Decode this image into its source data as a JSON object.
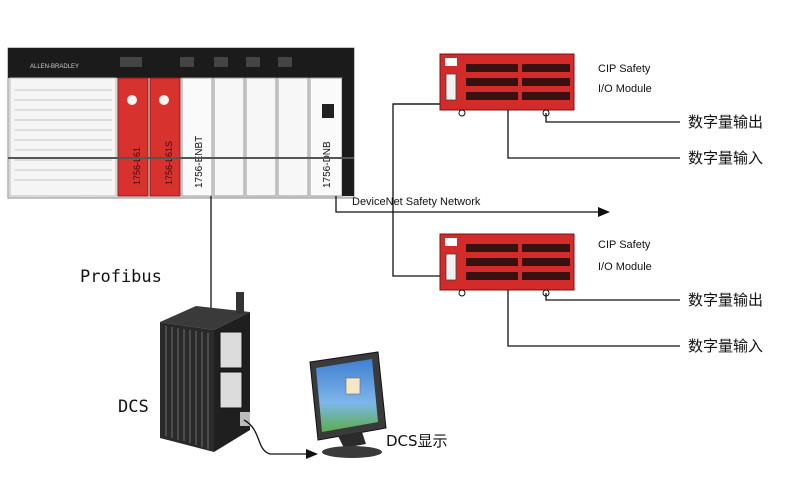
{
  "plc": {
    "logo_text": "ALLEN-BRADLEY",
    "slot_labels": [
      "1756-L61",
      "1756-L61S",
      "1756-ENBT",
      "1756-DNB"
    ]
  },
  "network": {
    "label": "DeviceNet Safety Network"
  },
  "io_modules": [
    {
      "title_line1": "CIP Safety",
      "title_line2": "I/O Module",
      "output_label": "数字量输出",
      "input_label": "数字量输入"
    },
    {
      "title_line1": "CIP Safety",
      "title_line2": "I/O Module",
      "output_label": "数字量输出",
      "input_label": "数字量输入"
    }
  ],
  "labels": {
    "profibus": "Profibus",
    "dcs": "DCS",
    "dcs_display": "DCS显示"
  },
  "colors": {
    "module_red": "#d32a2a",
    "plc_red": "#d8322e",
    "plc_black": "#1b1b1b",
    "dcs_body": "#2a2a2a",
    "monitor_screen": "#5fa0e0"
  }
}
